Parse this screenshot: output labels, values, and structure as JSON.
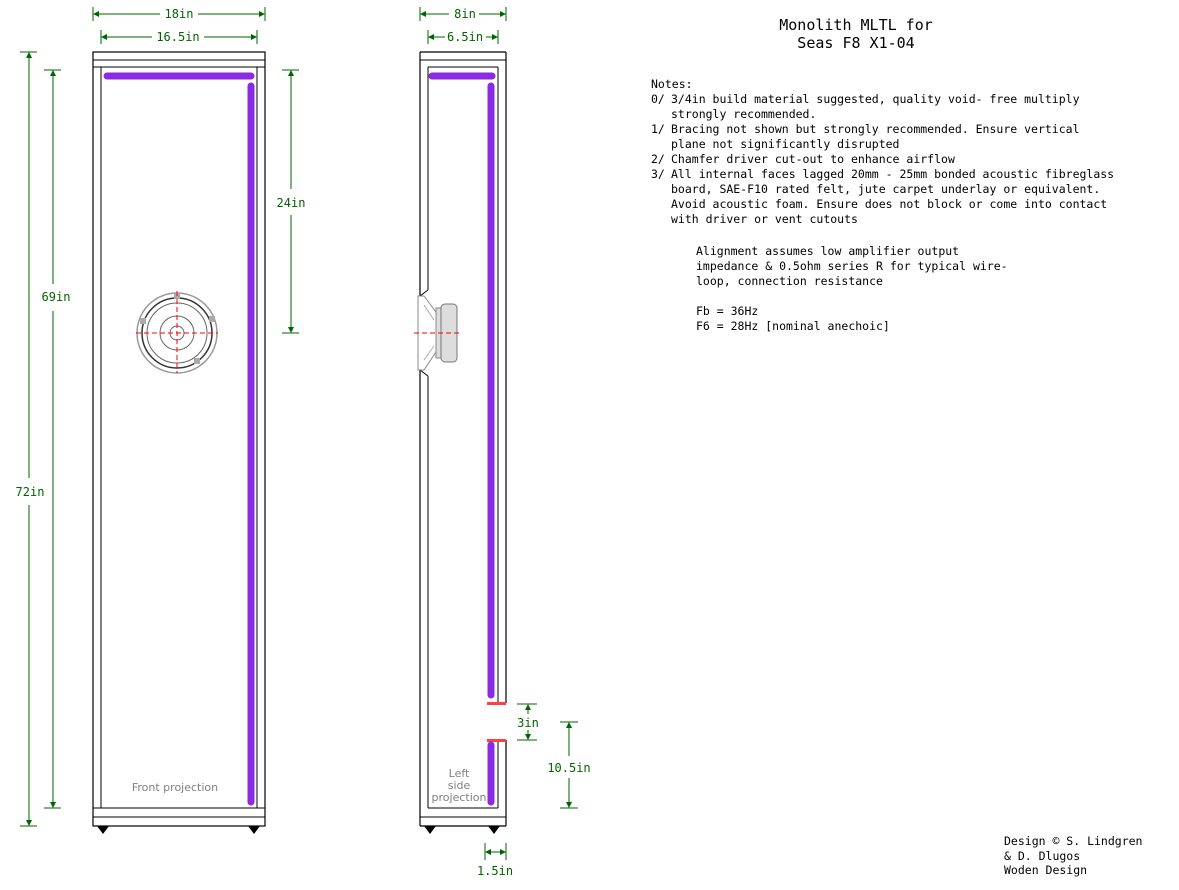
{
  "title": {
    "line1": "Monolith MLTL for",
    "line2": "Seas F8 X1-04"
  },
  "notes": {
    "heading": "Notes:",
    "items": [
      {
        "num": "0/",
        "text": "3/4in build material suggested, quality void- free multiply strongly recommended."
      },
      {
        "num": "1/",
        "text": "Bracing not shown but strongly recommended. Ensure vertical plane not significantly disrupted"
      },
      {
        "num": "2/",
        "text": "Chamfer driver cut-out to enhance airflow"
      },
      {
        "num": "3/",
        "text": "All internal faces lagged 20mm - 25mm bonded acoustic fibreglass board, SAE-F10 rated felt, jute carpet underlay or equivalent. Avoid acoustic foam. Ensure does not block or come into contact with driver or vent cutouts"
      }
    ]
  },
  "alignment": {
    "line1": "Alignment assumes low amplifier output",
    "line2": "impedance & 0.5ohm series R for typical wire-",
    "line3": "loop, connection resistance",
    "fb": "Fb = 36Hz",
    "f6": "F6 = 28Hz [nominal anechoic]"
  },
  "credits": {
    "line1": "Design © S. Lindgren",
    "line2": "& D. Dlugos",
    "line3": "Woden Design"
  },
  "front_view": {
    "label": "Front projection",
    "dims": {
      "outer_width": "18in",
      "inner_width": "16.5in",
      "total_height": "72in",
      "inner_height": "69in",
      "driver_height": "24in"
    }
  },
  "side_view": {
    "label_line1": "Left",
    "label_line2": "side",
    "label_line3": "projection",
    "dims": {
      "outer_depth": "8in",
      "inner_depth": "6.5in",
      "vent_height": "3in",
      "vent_position": "10.5in",
      "vent_depth": "1.5in"
    }
  },
  "colors": {
    "dimension": "#006400",
    "lining": "#8a2be2",
    "centerline": "#ff0000",
    "outline": "#000000",
    "label": "#808080"
  }
}
